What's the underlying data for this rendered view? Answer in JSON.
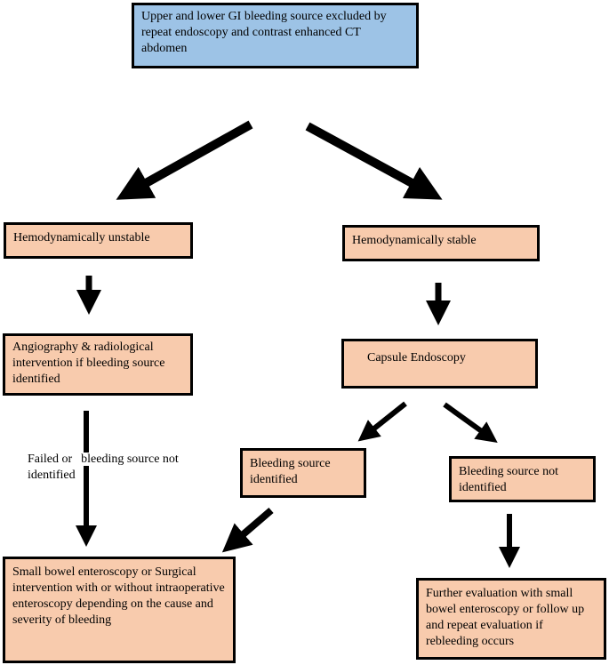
{
  "nodes": {
    "top": "Upper and lower GI bleeding source excluded by repeat endoscopy and contrast enhanced CT abdomen",
    "unstable": "Hemodynamically unstable",
    "stable": "Hemodynamically stable",
    "angiography": "Angiography & radiological intervention if bleeding source identified",
    "capsule": "Capsule Endoscopy",
    "source_identified": "Bleeding source identified",
    "source_not_identified": "Bleeding source not identified",
    "small_bowel": "Small bowel enteroscopy or Surgical intervention with or without intraoperative enteroscopy depending on the cause and severity of bleeding",
    "further": "Further evaluation with small bowel enteroscopy or follow up and repeat evaluation if rebleeding occurs"
  },
  "edge_labels": {
    "failed_part1": "Failed or",
    "failed_part2": "bleeding source not",
    "failed_part3": "identified"
  }
}
